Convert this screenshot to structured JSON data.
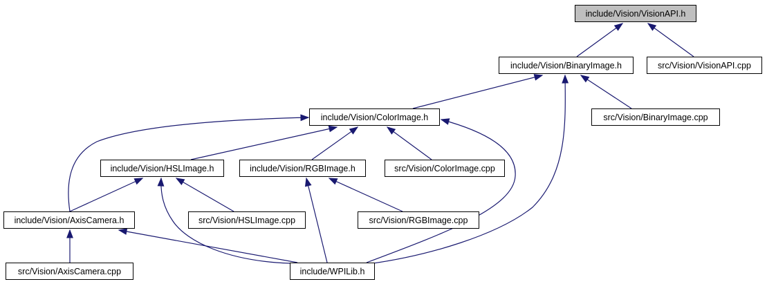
{
  "diagram": {
    "colors": {
      "node_fill": "#ffffff",
      "root_fill": "#bfbfbf",
      "border": "#000000",
      "edge": "#191970"
    },
    "nodes": [
      {
        "id": "visionapi_h",
        "label": "include/Vision/VisionAPI.h",
        "root": true
      },
      {
        "id": "binaryimage_h",
        "label": "include/Vision/BinaryImage.h"
      },
      {
        "id": "visionapi_cpp",
        "label": "src/Vision/VisionAPI.cpp"
      },
      {
        "id": "colorimage_h",
        "label": "include/Vision/ColorImage.h"
      },
      {
        "id": "binaryimage_cpp",
        "label": "src/Vision/BinaryImage.cpp"
      },
      {
        "id": "hslimage_h",
        "label": "include/Vision/HSLImage.h"
      },
      {
        "id": "rgbimage_h",
        "label": "include/Vision/RGBImage.h"
      },
      {
        "id": "colorimage_cpp",
        "label": "src/Vision/ColorImage.cpp"
      },
      {
        "id": "axiscamera_h",
        "label": "include/Vision/AxisCamera.h"
      },
      {
        "id": "hslimage_cpp",
        "label": "src/Vision/HSLImage.cpp"
      },
      {
        "id": "rgbimage_cpp",
        "label": "src/Vision/RGBImage.cpp"
      },
      {
        "id": "axiscamera_cpp",
        "label": "src/Vision/AxisCamera.cpp"
      },
      {
        "id": "wpilib_h",
        "label": "include/WPILib.h"
      }
    ],
    "edges": [
      {
        "from": "binaryimage_h",
        "to": "visionapi_h"
      },
      {
        "from": "visionapi_cpp",
        "to": "visionapi_h"
      },
      {
        "from": "colorimage_h",
        "to": "binaryimage_h"
      },
      {
        "from": "binaryimage_cpp",
        "to": "binaryimage_h"
      },
      {
        "from": "wpilib_h",
        "to": "binaryimage_h"
      },
      {
        "from": "axiscamera_h",
        "to": "colorimage_h"
      },
      {
        "from": "hslimage_h",
        "to": "colorimage_h"
      },
      {
        "from": "rgbimage_h",
        "to": "colorimage_h"
      },
      {
        "from": "colorimage_cpp",
        "to": "colorimage_h"
      },
      {
        "from": "wpilib_h",
        "to": "colorimage_h"
      },
      {
        "from": "axiscamera_h",
        "to": "hslimage_h"
      },
      {
        "from": "hslimage_cpp",
        "to": "hslimage_h"
      },
      {
        "from": "wpilib_h",
        "to": "hslimage_h"
      },
      {
        "from": "wpilib_h",
        "to": "rgbimage_h"
      },
      {
        "from": "rgbimage_cpp",
        "to": "rgbimage_h"
      },
      {
        "from": "axiscamera_cpp",
        "to": "axiscamera_h"
      },
      {
        "from": "wpilib_h",
        "to": "axiscamera_h"
      }
    ]
  }
}
